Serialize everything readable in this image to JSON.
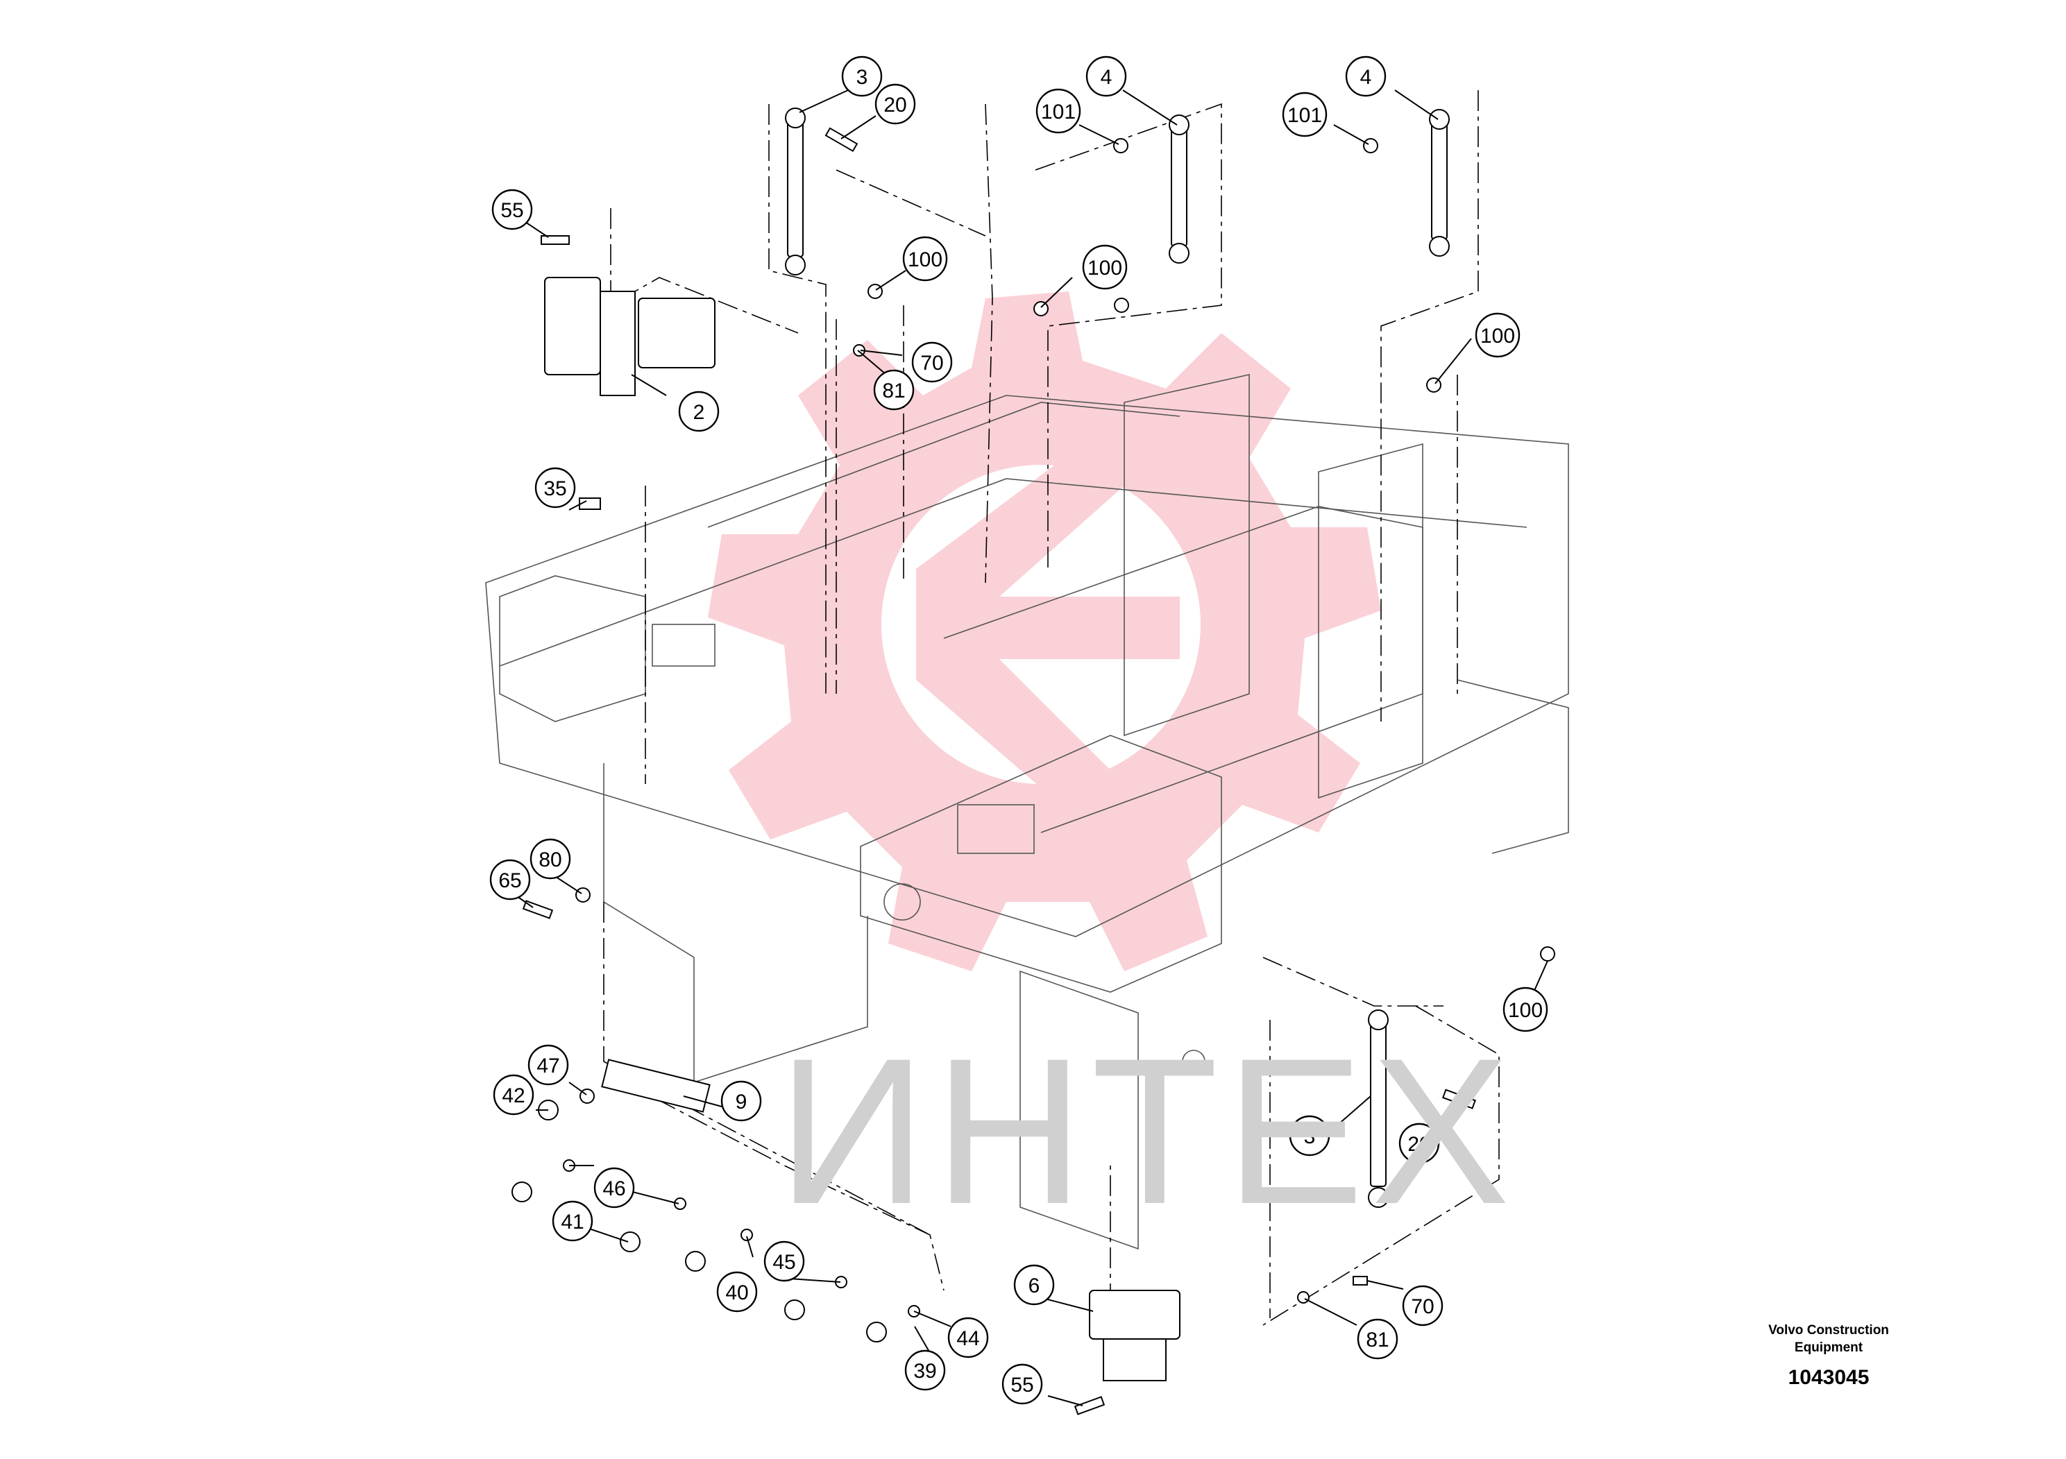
{
  "callouts": [
    {
      "label": "3"
    },
    {
      "label": "20"
    },
    {
      "label": "4"
    },
    {
      "label": "101"
    },
    {
      "label": "4"
    },
    {
      "label": "101"
    },
    {
      "label": "55"
    },
    {
      "label": "100"
    },
    {
      "label": "100"
    },
    {
      "label": "70"
    },
    {
      "label": "81"
    },
    {
      "label": "100"
    },
    {
      "label": "2"
    },
    {
      "label": "35"
    },
    {
      "label": "80"
    },
    {
      "label": "65"
    },
    {
      "label": "100"
    },
    {
      "label": "47"
    },
    {
      "label": "42"
    },
    {
      "label": "9"
    },
    {
      "label": "46"
    },
    {
      "label": "41"
    },
    {
      "label": "3"
    },
    {
      "label": "20"
    },
    {
      "label": "45"
    },
    {
      "label": "40"
    },
    {
      "label": "6"
    },
    {
      "label": "70"
    },
    {
      "label": "44"
    },
    {
      "label": "81"
    },
    {
      "label": "39"
    },
    {
      "label": "55"
    }
  ],
  "brand": {
    "name": "Volvo Construction",
    "sub": "Equipment",
    "number": "1043045"
  },
  "watermark": {
    "text": "ИНТЕХ",
    "color": "#f3a0a8"
  }
}
